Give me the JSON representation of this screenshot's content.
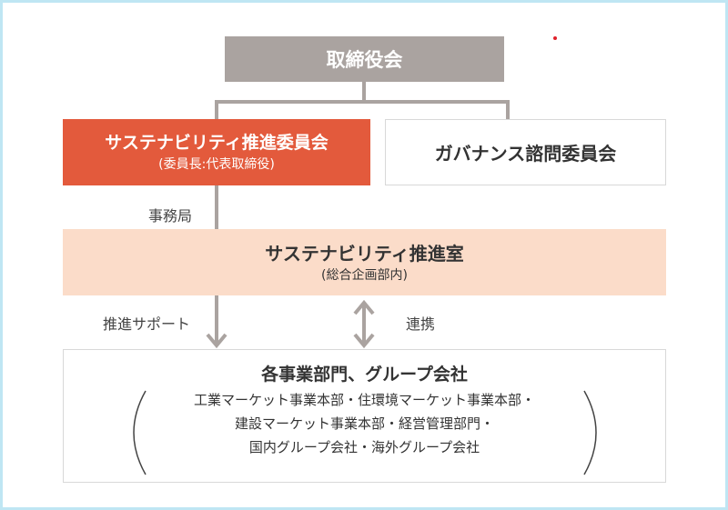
{
  "board": {
    "label": "取締役会"
  },
  "sustainability_committee": {
    "label": "サステナビリティ推進委員会",
    "chair": "(委員長:代表取締役)"
  },
  "governance_committee": {
    "label": "ガバナンス諮問委員会"
  },
  "secretariat_label": "事務局",
  "sustainability_office": {
    "label": "サステナビリティ推進室",
    "dept": "(総合企画部内)"
  },
  "support_label": "推進サポート",
  "coop_label": "連携",
  "divisions": {
    "title": "各事業部門、グループ会社",
    "lines": [
      "工業マーケット事業本部・住環境マーケット事業本部・",
      "建設マーケット事業本部・経営管理部門・",
      "国内グループ会社・海外グループ会社"
    ]
  },
  "colors": {
    "board": "#aaa3a0",
    "committee": "#e35a3c",
    "office": "#fbdcc9",
    "connector": "#aaa3a0",
    "frame": "#bfe6f3"
  }
}
